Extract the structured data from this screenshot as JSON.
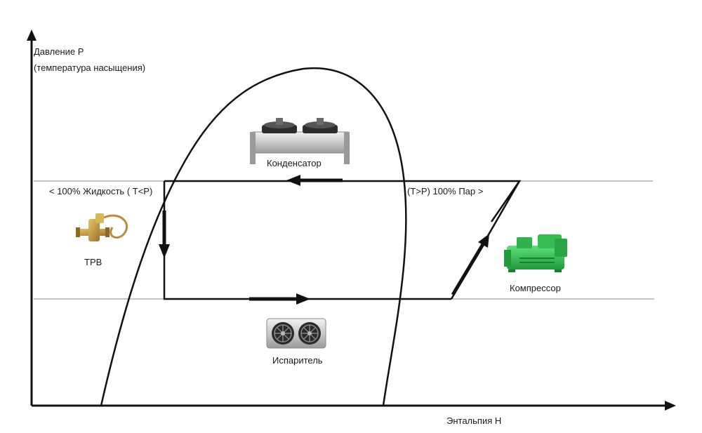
{
  "axes": {
    "y_label_line1": "Давление P",
    "y_label_line2": "(температура насыщения)",
    "x_label": "Энтальпия H"
  },
  "zones": {
    "liquid_label": "< 100% Жидкость ( T<P)",
    "vapor_label": "(T>P) 100% Пар >"
  },
  "components": {
    "condenser": {
      "label": "Конденсатор",
      "icon": "condenser-icon"
    },
    "evaporator": {
      "label": "Испаритель",
      "icon": "evaporator-fans-icon"
    },
    "compressor": {
      "label": "Компрессор",
      "icon": "compressor-icon",
      "color": "#3ec85a"
    },
    "expansion_valve": {
      "label": "ТРВ",
      "icon": "expansion-valve-icon",
      "color": "#c9a24a"
    }
  },
  "colors": {
    "line": "#111111",
    "guide": "#8a8a8a"
  }
}
